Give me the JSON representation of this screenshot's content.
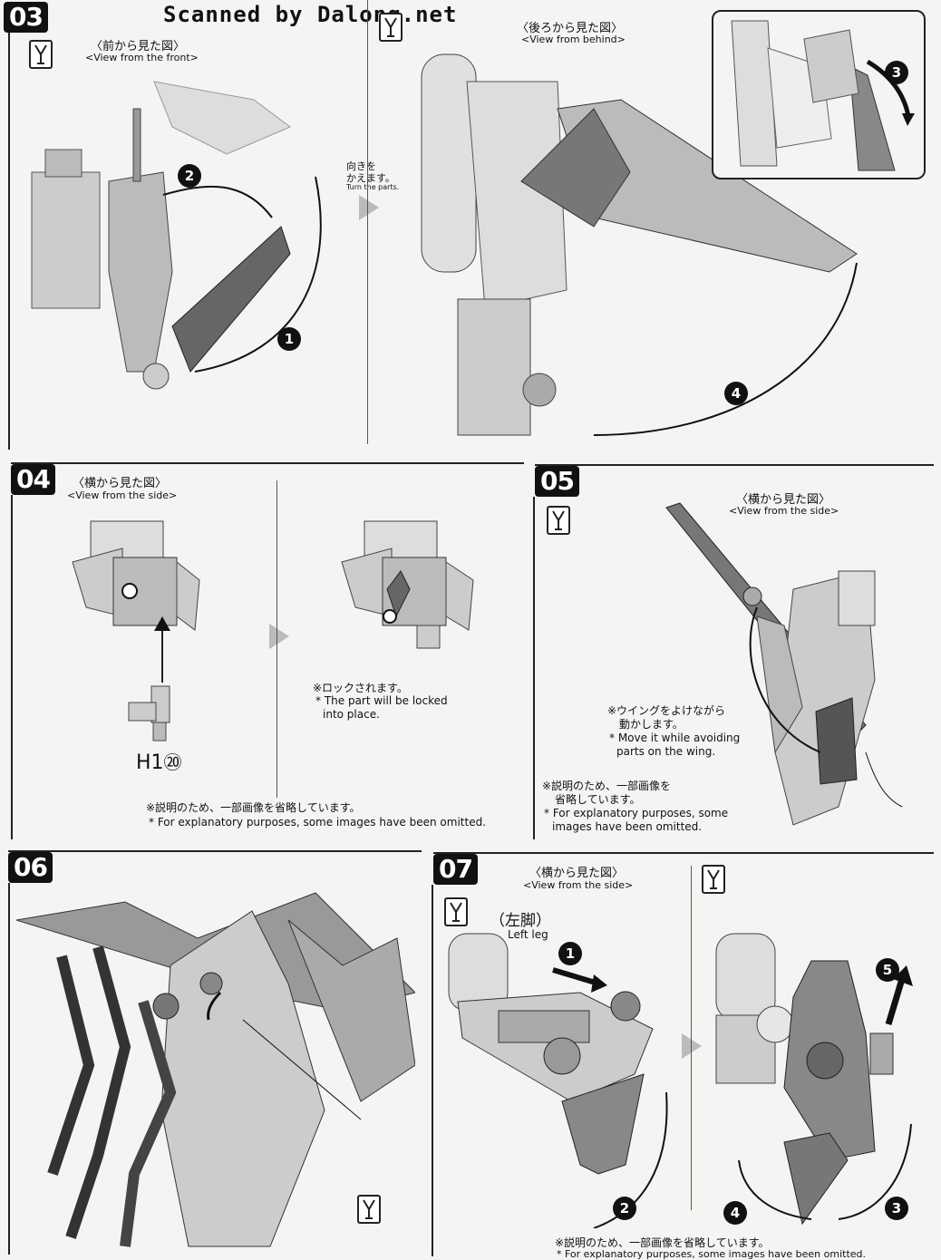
{
  "watermark": "Scanned by Dalong.net",
  "steps": {
    "s03": {
      "number": "03",
      "front_jp": "〈前から見た図〉",
      "front_en": "<View from the front>",
      "behind_jp": "〈後ろから見た図〉",
      "behind_en": "<View from behind>",
      "turn_jp_1": "向きを",
      "turn_jp_2": "かえます。",
      "turn_en": "Turn the parts.",
      "markers": [
        "1",
        "2",
        "3",
        "4"
      ]
    },
    "s04": {
      "number": "04",
      "side_jp": "〈横から見た図〉",
      "side_en": "<View from the side>",
      "part_label": "H1",
      "part_count": "⑳",
      "lock_jp": "※ロックされます。",
      "lock_en_1": "* The part will be locked",
      "lock_en_2": "into place.",
      "omit_jp": "※説明のため、一部画像を省略しています。",
      "omit_en": "* For explanatory purposes, some images have been omitted."
    },
    "s05": {
      "number": "05",
      "side_jp": "〈横から見た図〉",
      "side_en": "<View from the side>",
      "wing_jp_1": "※ウイングをよけながら",
      "wing_jp_2": "動かします。",
      "wing_en_1": "* Move it while avoiding",
      "wing_en_2": "parts on the wing.",
      "omit_jp_1": "※説明のため、一部画像を",
      "omit_jp_2": "省略しています。",
      "omit_en_1": "* For explanatory purposes, some",
      "omit_en_2": "images have been omitted."
    },
    "s06": {
      "number": "06"
    },
    "s07": {
      "number": "07",
      "side_jp": "〈横から見た図〉",
      "side_en": "<View from the side>",
      "leg_jp": "（左脚）",
      "leg_en": "Left leg",
      "markers": [
        "1",
        "2",
        "3",
        "4",
        "5"
      ],
      "omit_jp": "※説明のため、一部画像を省略しています。",
      "omit_en": "* For explanatory purposes, some images have been omitted."
    }
  }
}
